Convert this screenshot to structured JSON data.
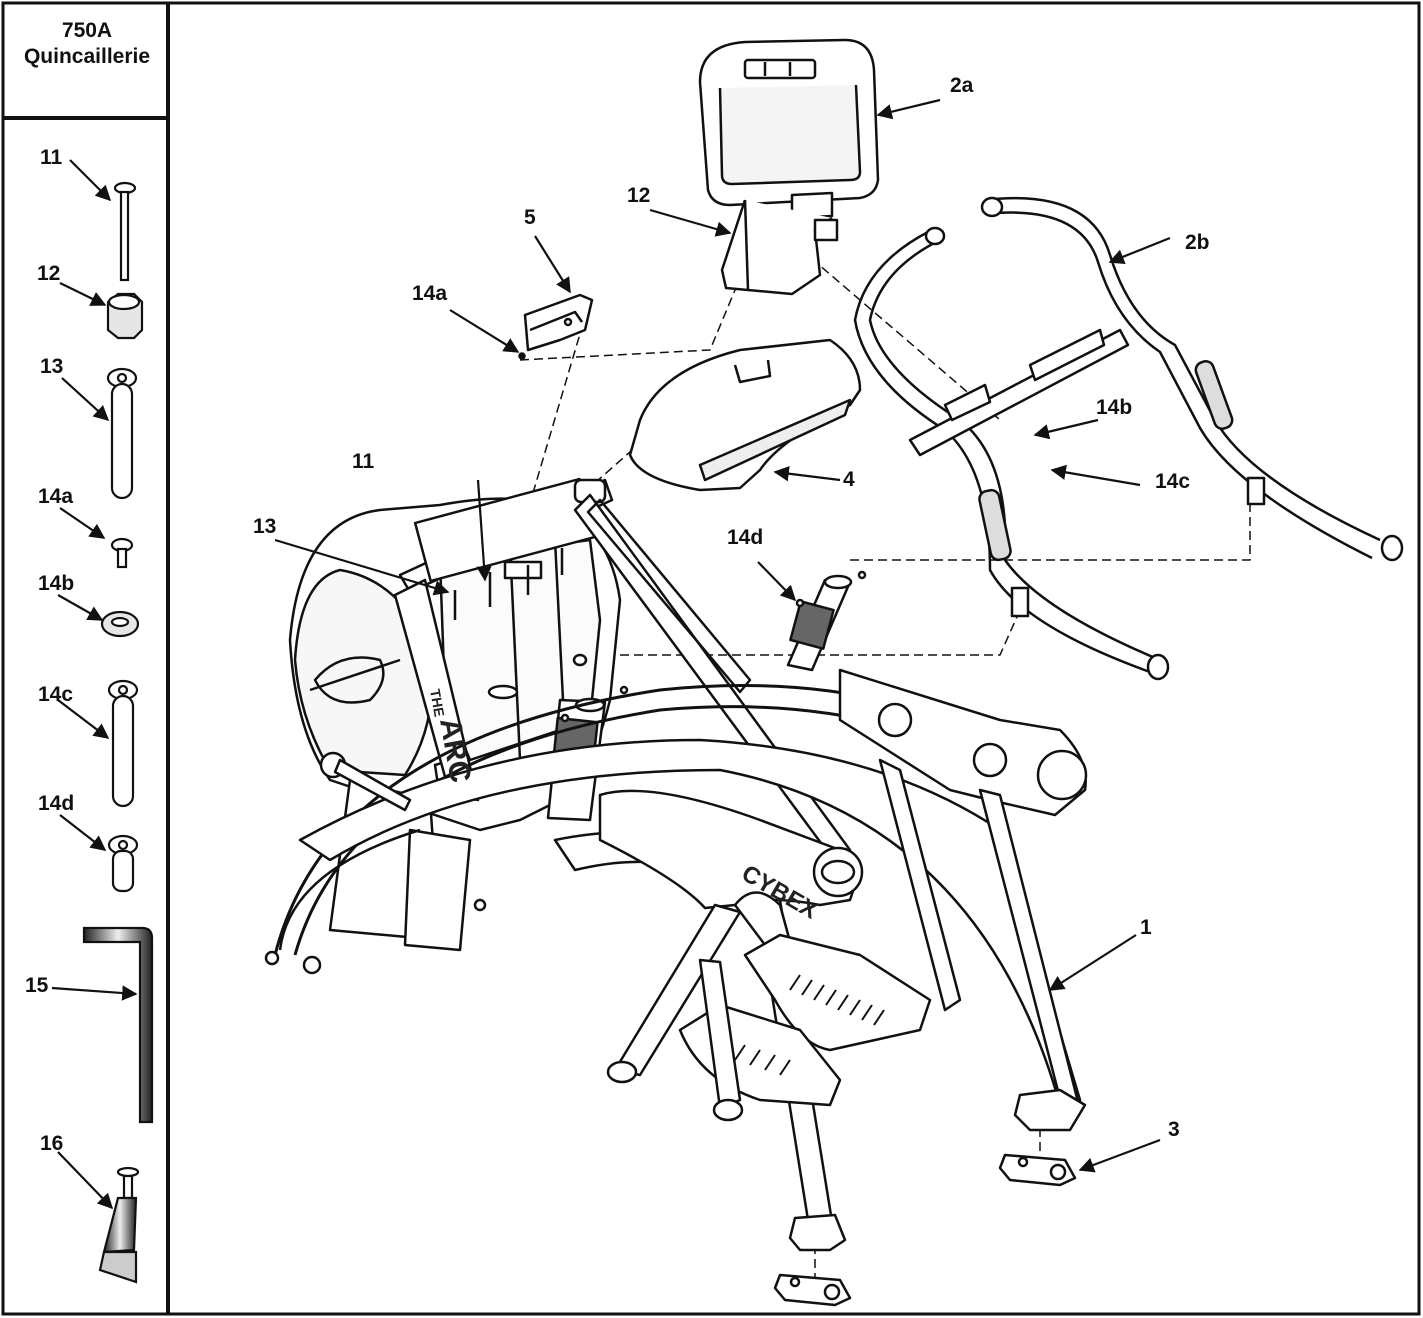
{
  "header": {
    "line1": "750A",
    "line2": "Quincaillerie"
  },
  "hardware": [
    {
      "id": "11"
    },
    {
      "id": "12"
    },
    {
      "id": "13"
    },
    {
      "id": "14a"
    },
    {
      "id": "14b"
    },
    {
      "id": "14c"
    },
    {
      "id": "14d"
    },
    {
      "id": "15"
    },
    {
      "id": "16"
    }
  ],
  "callouts": {
    "c1": "1",
    "c2a": "2a",
    "c2b": "2b",
    "c3": "3",
    "c4": "4",
    "c5": "5",
    "c11": "11",
    "c12": "12",
    "c13": "13",
    "c14a": "14a",
    "c14b": "14b",
    "c14c": "14c",
    "c14d": "14d"
  },
  "brand": {
    "logo": "CYBEX",
    "model_the": "THE",
    "model_arc": "ARC"
  },
  "colors": {
    "line": "#111111",
    "frame": "#1a1a1a",
    "grip": "#555555"
  }
}
